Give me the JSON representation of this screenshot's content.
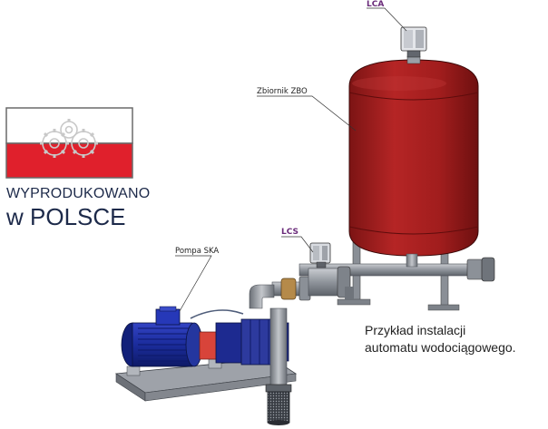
{
  "badge": {
    "line1": "WYPRODUKOWANO",
    "line2": "w POLSCE",
    "flag_white": "#ffffff",
    "flag_red": "#e0202c"
  },
  "labels": {
    "lca": "LCA",
    "tank": "Zbiornik ZBO",
    "lcs": "LCS",
    "pump": "Pompa SKA"
  },
  "caption": {
    "line1": "Przykład instalacji",
    "line2": "automatu wodociągowego."
  },
  "colors": {
    "tank": "#a41f1f",
    "motor": "#1c2fa5",
    "pipe": "#9aa0a8",
    "base": "#8e9197",
    "tag_text": "#6a2b7a"
  }
}
